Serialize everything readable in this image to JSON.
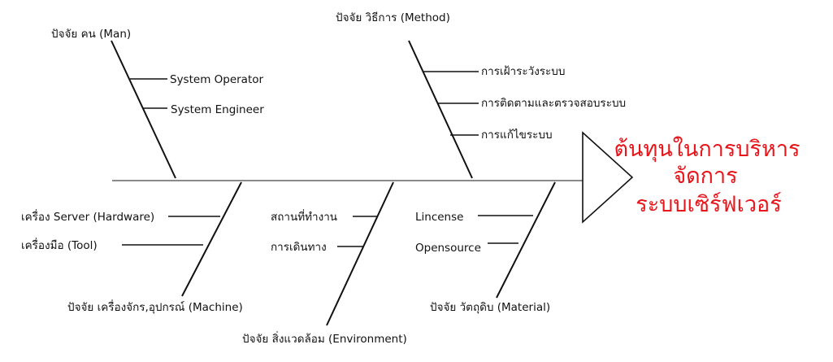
{
  "effect": {
    "lines": [
      "ต้นทุนในการบริหาร",
      "จัดการ",
      "ระบบเซิร์ฟเวอร์"
    ],
    "color": "#e8151b"
  },
  "categories": {
    "man": {
      "title": "ปัจจัย คน (Man)",
      "causes": [
        "System Operator",
        "System Engineer"
      ]
    },
    "method": {
      "title": "ปัจจัย วิธีการ (Method)",
      "causes": [
        "การเฝ้าระวังระบบ",
        "การติดตามและตรวจสอบระบบ",
        "การแก้ไขระบบ"
      ]
    },
    "machine": {
      "title": "ปัจจัย เครื่องจักร,อุปกรณ์ (Machine)",
      "causes": [
        "เครื่อง Server (Hardware)",
        "เครื่องมือ (Tool)"
      ]
    },
    "environment": {
      "title": "ปัจจัย สิ่งแวดล้อม (Environment)",
      "causes": [
        "สถานที่ทำงาน",
        "การเดินทาง"
      ]
    },
    "material": {
      "title": "ปัจจัย วัตถุดิบ (Material)",
      "causes": [
        "Lincense",
        "Opensource"
      ]
    }
  },
  "colors": {
    "line": "#111111",
    "spine": "#8a8a8a",
    "effect_text": "#e8151b"
  }
}
